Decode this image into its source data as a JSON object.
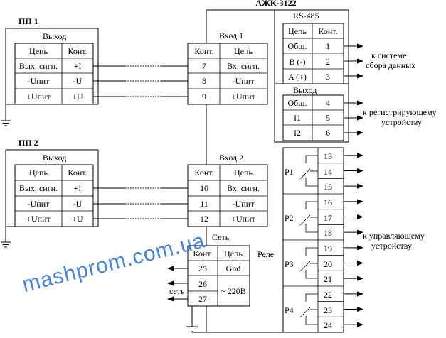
{
  "device_title": "АЖК-3122",
  "sensor1": {
    "title": "ПП 1",
    "block_label": "Выход",
    "col_chain": "Цепь",
    "col_contact": "Конт.",
    "rows": [
      {
        "chain": "Вых. сигн.",
        "contact": "+I"
      },
      {
        "chain": "-Uпит",
        "contact": "-U"
      },
      {
        "chain": "+Uпит",
        "contact": "+U"
      }
    ]
  },
  "sensor2": {
    "title": "ПП 2",
    "block_label": "Выход",
    "col_chain": "Цепь",
    "col_contact": "Конт.",
    "rows": [
      {
        "chain": "Вых. сигн.",
        "contact": "+I"
      },
      {
        "chain": "-Uпит",
        "contact": "-U"
      },
      {
        "chain": "+Uпит",
        "contact": "+U"
      }
    ]
  },
  "input1": {
    "title": "Вход 1",
    "col_contact": "Конт.",
    "col_chain": "Цепь",
    "rows": [
      {
        "contact": "7",
        "chain": "Вх. сигн."
      },
      {
        "contact": "8",
        "chain": "-Uпит"
      },
      {
        "contact": "9",
        "chain": "+Uпит"
      }
    ]
  },
  "input2": {
    "title": "Вход 2",
    "col_contact": "Конт.",
    "col_chain": "Цепь",
    "rows": [
      {
        "contact": "10",
        "chain": "Вх. сигн."
      },
      {
        "contact": "11",
        "chain": "-Uпит"
      },
      {
        "contact": "12",
        "chain": "+Uпит"
      }
    ]
  },
  "power": {
    "title": "Сеть",
    "col_contact": "Конт.",
    "col_chain": "Цепь",
    "contacts": [
      "25",
      "26",
      "27"
    ],
    "gnd": "Gnd",
    "voltage": "~ 220В",
    "side_label": "сеть"
  },
  "rs485": {
    "title": "RS-485",
    "col_chain": "Цепь",
    "col_contact": "Конт.",
    "rows": [
      {
        "chain": "Общ.",
        "contact": "1"
      },
      {
        "chain": "B (-)",
        "contact": "2"
      },
      {
        "chain": "A (+)",
        "contact": "3"
      }
    ],
    "note_line1": "к системе",
    "note_line2": "сбора данных"
  },
  "output": {
    "title": "Выход",
    "rows": [
      {
        "chain": "Общ.",
        "contact": "4"
      },
      {
        "chain": "I1",
        "contact": "5"
      },
      {
        "chain": "I2",
        "contact": "6"
      }
    ],
    "note_line1": "к регистрирующему",
    "note_line2": "устройству"
  },
  "relay": {
    "title": "Реле",
    "groups": [
      {
        "name": "Р1",
        "contacts": [
          "13",
          "14",
          "15"
        ]
      },
      {
        "name": "Р2",
        "contacts": [
          "16",
          "17",
          "18"
        ]
      },
      {
        "name": "Р3",
        "contacts": [
          "19",
          "20",
          "21"
        ]
      },
      {
        "name": "Р4",
        "contacts": [
          "22",
          "23",
          "24"
        ]
      }
    ],
    "note_line1": "к управляющему",
    "note_line2": "устройству"
  },
  "watermark": "mashprom.com.ua"
}
